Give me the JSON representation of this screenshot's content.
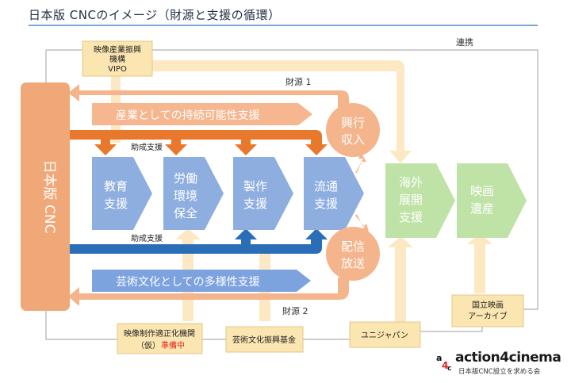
{
  "title": "日本版 CNCのイメージ（財源と支援の循環）",
  "cnc_label": "日本版 CNC",
  "vipo": {
    "line1": "映像産業振興",
    "line2": "機構",
    "line3": "VIPO"
  },
  "renkei": "連携",
  "zaigen1": "財源 1",
  "zaigen2": "財源 2",
  "band_industry": "産業としての持続可能性支援",
  "band_art": "芸術文化としての多様性支援",
  "josei_top": "助成支援",
  "josei_bottom": "助成支援",
  "pillars": [
    {
      "l1": "教育",
      "l2": "支援",
      "l3": ""
    },
    {
      "l1": "労働",
      "l2": "環境",
      "l3": "保全"
    },
    {
      "l1": "製作",
      "l2": "支援",
      "l3": ""
    },
    {
      "l1": "流通",
      "l2": "支援",
      "l3": ""
    }
  ],
  "kogyo": {
    "l1": "興行",
    "l2": "収入"
  },
  "haishin": {
    "l1": "配信",
    "l2": "放送"
  },
  "kaigai": {
    "l1": "海外",
    "l2": "展開",
    "l3": "支援"
  },
  "eiga_isan": {
    "l1": "映画",
    "l2": "遺産"
  },
  "tekiseika": {
    "l1": "映像制作適正化機関",
    "l2": "（仮）",
    "l2_status": "準備中"
  },
  "geijutsu_kikin": "芸術文化振興基金",
  "unijapan": "ユニジャパン",
  "archive": {
    "l1": "国立映画",
    "l2": "アーカイブ"
  },
  "logo": {
    "mark": "a4c",
    "name": "action4cinema",
    "sub": "日本版CNC設立を求める会"
  },
  "colors": {
    "orange_box": "#f0a878",
    "orange_arrow": "#e8782c",
    "blue_arrow": "#2a6eb8",
    "pillar_blue": "#8eaee0",
    "band_orange": "#f5b690",
    "band_blue": "#7da3df",
    "green": "#bfe3a6",
    "cream_box": "#fbe5b0",
    "cream_arrow": "#fde8c4",
    "red_status": "#e02020"
  }
}
